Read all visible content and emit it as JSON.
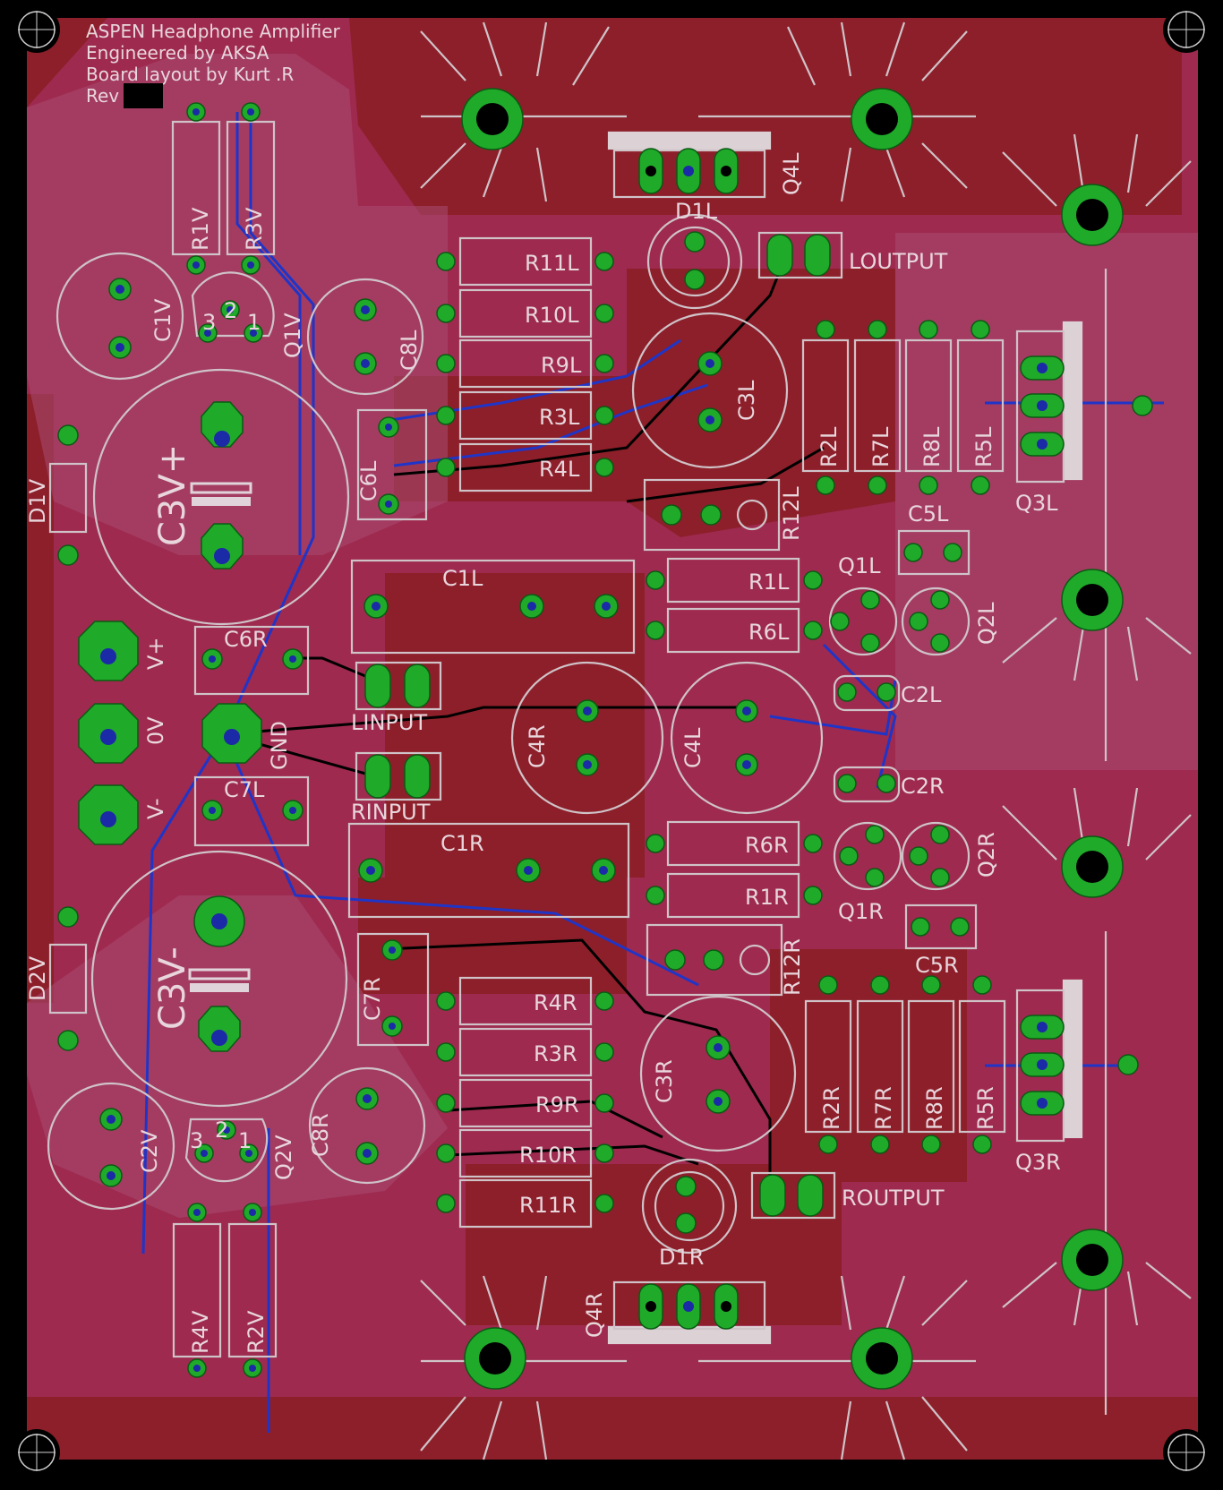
{
  "board": {
    "title_lines": [
      "ASPEN Headphone Amplifier",
      "Engineered by AKSA",
      "Board layout by Kurt .R"
    ],
    "rev_label": "Rev",
    "colors": {
      "background": "#000000",
      "copper_top": "#8c1f28",
      "copper_bottom": "#9e2a4f",
      "pad": "#1faa2a",
      "drill": "#1b2aa6",
      "silkscreen": "#cfc3c8",
      "trace_top": "#000000",
      "trace_bottom": "#1f35c8"
    }
  },
  "labels": {
    "R1V": "R1V",
    "R3V": "R3V",
    "C1V": "C1V",
    "Q1V": "Q1V",
    "C8L": "C8L",
    "C3Vp": "C3V+",
    "C3Vm": "C3V-",
    "D1V": "D1V",
    "D2V": "D2V",
    "C6L": "C6L",
    "C6R": "C6R",
    "C7L": "C7L",
    "C7R": "C7R",
    "Vp": "V+",
    "Vzero": "0V",
    "Vm": "V-",
    "GND": "GND",
    "LINPUT": "LINPUT",
    "RINPUT": "RINPUT",
    "C1L": "C1L",
    "C1R": "C1R",
    "C4R": "C4R",
    "C4L": "C4L",
    "C2V": "C2V",
    "Q2V": "Q2V",
    "C8R": "C8R",
    "R4V": "R4V",
    "R2V": "R2V",
    "R11L": "R11L",
    "R10L": "R10L",
    "R9L": "R9L",
    "R3L": "R3L",
    "R4L": "R4L",
    "R4R": "R4R",
    "R3R": "R3R",
    "R9R": "R9R",
    "R10R": "R10R",
    "R11R": "R11R",
    "D1L": "D1L",
    "D1R": "D1R",
    "Q4L": "Q4L",
    "Q4R": "Q4R",
    "LOUTPUT": "LOUTPUT",
    "ROUTPUT": "ROUTPUT",
    "C3L": "C3L",
    "C3R": "C3R",
    "R12L": "R12L",
    "R12R": "R12R",
    "R1L": "R1L",
    "R6L": "R6L",
    "R1R": "R1R",
    "R6R": "R6R",
    "R2L": "R2L",
    "R7L": "R7L",
    "R8L": "R8L",
    "R5L": "R5L",
    "R2R": "R2R",
    "R7R": "R7R",
    "R8R": "R8R",
    "R5R": "R5R",
    "Q1L": "Q1L",
    "Q2L": "Q2L",
    "Q1R": "Q1R",
    "Q2R": "Q2R",
    "C2L": "C2L",
    "C2R": "C2R",
    "C5L": "C5L",
    "C5R": "C5R",
    "Q3L": "Q3L",
    "Q3R": "Q3R",
    "pin1": "1",
    "pin2": "2",
    "pin3": "3"
  }
}
